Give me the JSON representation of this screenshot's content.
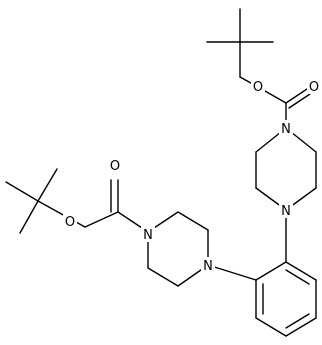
{
  "molecule": {
    "atoms": [
      {
        "name": "oxygen-ester-right",
        "symbol": "O"
      },
      {
        "name": "oxygen-carbonyl-right",
        "symbol": "O"
      },
      {
        "name": "nitrogen-right-top",
        "symbol": "N"
      },
      {
        "name": "nitrogen-right-bottom",
        "symbol": "N"
      },
      {
        "name": "oxygen-ester-left",
        "symbol": "O"
      },
      {
        "name": "oxygen-carbonyl-left",
        "symbol": "O"
      },
      {
        "name": "nitrogen-left-outer",
        "symbol": "N"
      },
      {
        "name": "nitrogen-left-aryl",
        "symbol": "N"
      }
    ]
  }
}
